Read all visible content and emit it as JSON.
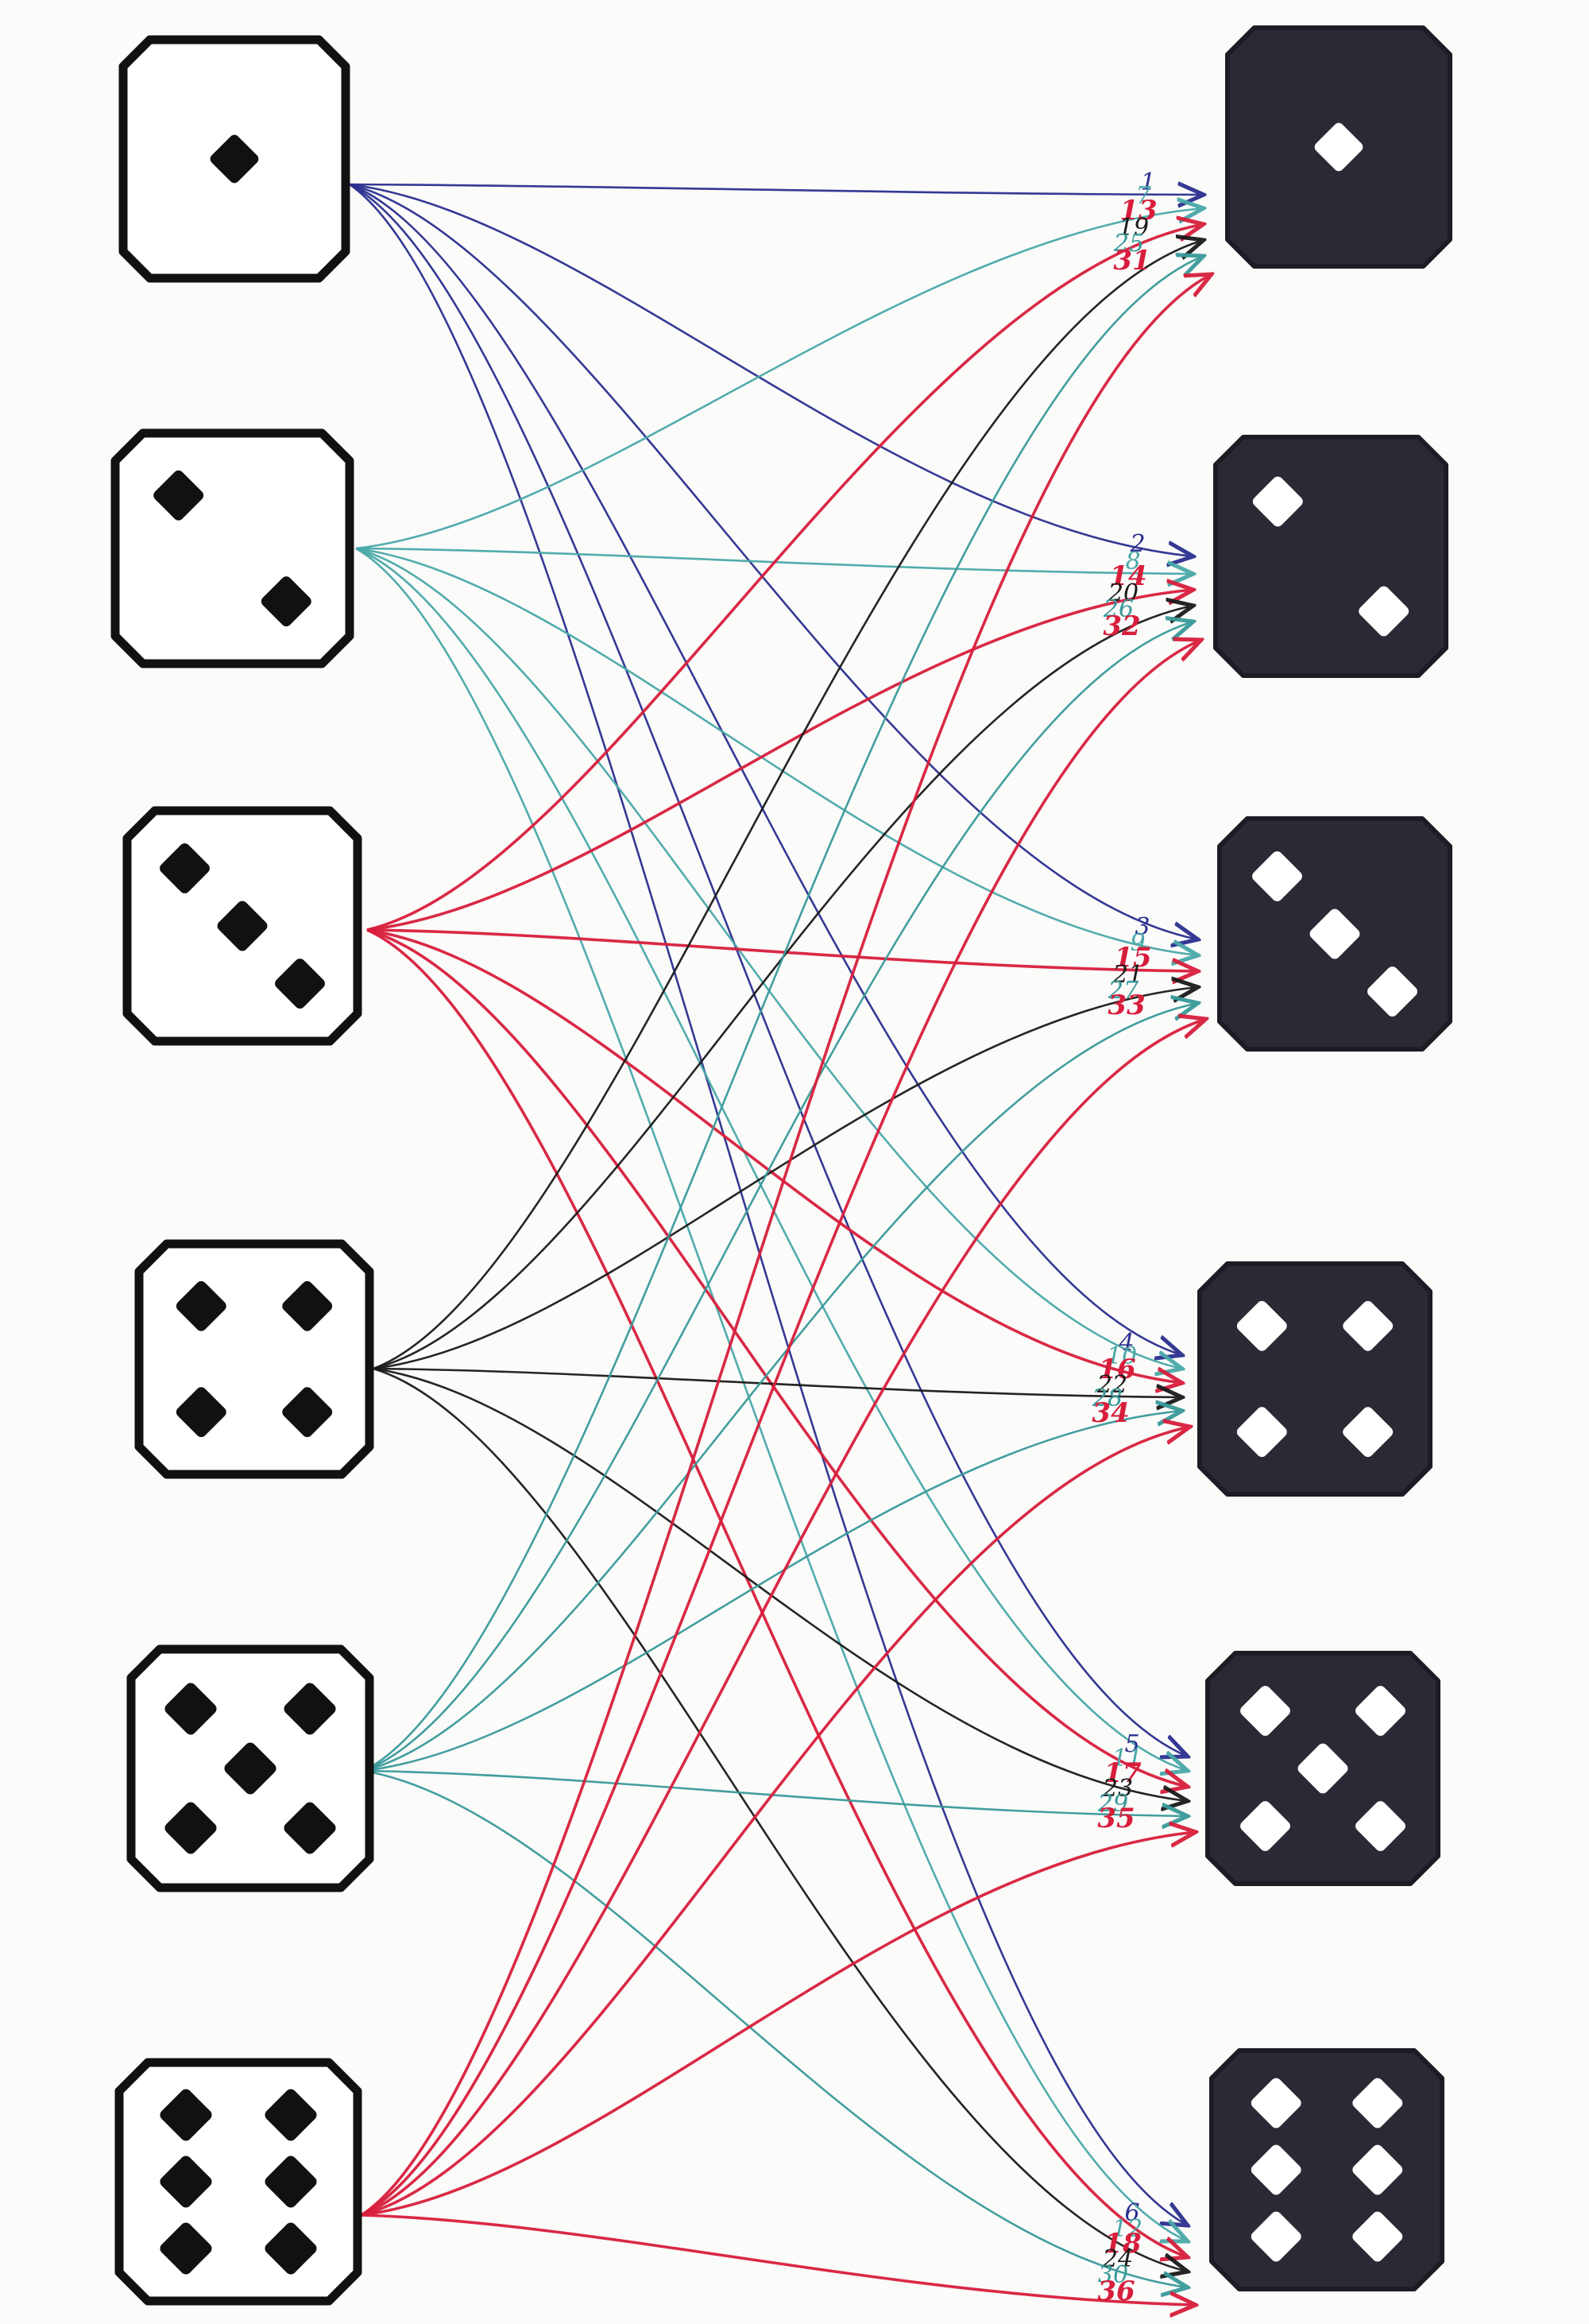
{
  "left_dice": [
    {
      "face": 1,
      "pips": 1
    },
    {
      "face": 2,
      "pips": 2
    },
    {
      "face": 3,
      "pips": 3
    },
    {
      "face": 4,
      "pips": 4
    },
    {
      "face": 5,
      "pips": 5
    },
    {
      "face": 6,
      "pips": 6
    }
  ],
  "right_dice": [
    {
      "face": 1,
      "pips": 1
    },
    {
      "face": 2,
      "pips": 2
    },
    {
      "face": 3,
      "pips": 3
    },
    {
      "face": 4,
      "pips": 4
    },
    {
      "face": 5,
      "pips": 5
    },
    {
      "face": 6,
      "pips": 6
    }
  ],
  "colors": {
    "from_die_1": "#2b2f8f",
    "from_die_2": "#4aa8a8",
    "from_die_3": "#d81e3c",
    "from_die_4": "#1a1a1a",
    "from_die_5": "#3a9a9a",
    "from_die_6": "#d81e3c",
    "left_die_fill": "#ffffff",
    "left_die_pip": "#111111",
    "right_die_fill": "#2a2a35",
    "right_die_pip": "#ffffff"
  },
  "connections": [
    {
      "label": "1",
      "from": 1,
      "to": 1
    },
    {
      "label": "2",
      "from": 1,
      "to": 2
    },
    {
      "label": "3",
      "from": 1,
      "to": 3
    },
    {
      "label": "4",
      "from": 1,
      "to": 4
    },
    {
      "label": "5",
      "from": 1,
      "to": 5
    },
    {
      "label": "6",
      "from": 1,
      "to": 6
    },
    {
      "label": "7",
      "from": 2,
      "to": 1
    },
    {
      "label": "8",
      "from": 2,
      "to": 2
    },
    {
      "label": "9",
      "from": 2,
      "to": 3
    },
    {
      "label": "10",
      "from": 2,
      "to": 4
    },
    {
      "label": "11",
      "from": 2,
      "to": 5
    },
    {
      "label": "12",
      "from": 2,
      "to": 6
    },
    {
      "label": "13",
      "from": 3,
      "to": 1
    },
    {
      "label": "14",
      "from": 3,
      "to": 2
    },
    {
      "label": "15",
      "from": 3,
      "to": 3
    },
    {
      "label": "16",
      "from": 3,
      "to": 4
    },
    {
      "label": "17",
      "from": 3,
      "to": 5
    },
    {
      "label": "18",
      "from": 3,
      "to": 6
    },
    {
      "label": "19",
      "from": 4,
      "to": 1
    },
    {
      "label": "20",
      "from": 4,
      "to": 2
    },
    {
      "label": "21",
      "from": 4,
      "to": 3
    },
    {
      "label": "22",
      "from": 4,
      "to": 4
    },
    {
      "label": "23",
      "from": 4,
      "to": 5
    },
    {
      "label": "24",
      "from": 4,
      "to": 6
    },
    {
      "label": "25",
      "from": 5,
      "to": 1
    },
    {
      "label": "26",
      "from": 5,
      "to": 2
    },
    {
      "label": "27",
      "from": 5,
      "to": 3
    },
    {
      "label": "28",
      "from": 5,
      "to": 4
    },
    {
      "label": "29",
      "from": 5,
      "to": 5
    },
    {
      "label": "30",
      "from": 5,
      "to": 6
    },
    {
      "label": "31",
      "from": 6,
      "to": 1
    },
    {
      "label": "32",
      "from": 6,
      "to": 2
    },
    {
      "label": "33",
      "from": 6,
      "to": 3
    },
    {
      "label": "34",
      "from": 6,
      "to": 4
    },
    {
      "label": "35",
      "from": 6,
      "to": 5
    },
    {
      "label": "36",
      "from": 6,
      "to": 6
    }
  ]
}
